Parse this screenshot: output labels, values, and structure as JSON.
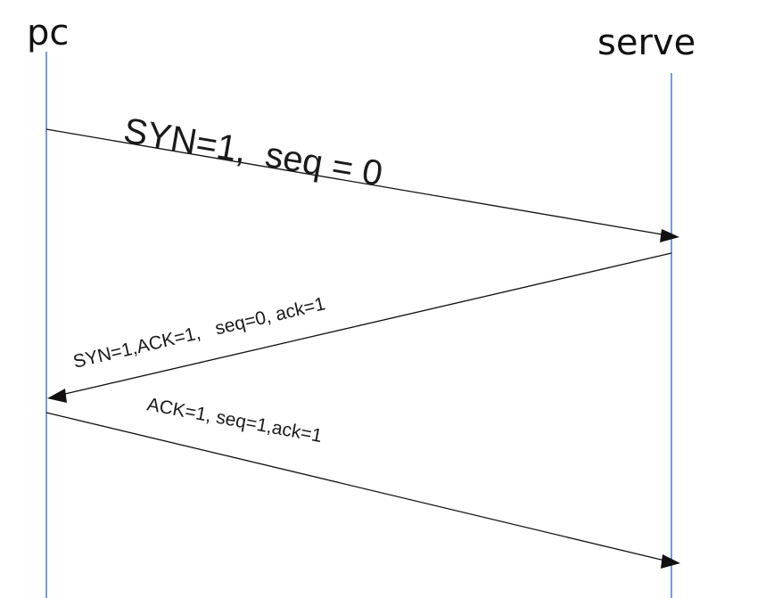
{
  "diagram": {
    "type": "sequence",
    "title": "",
    "colors": {
      "lifeline": "#4a78d6",
      "message": "#111111",
      "text": "#111111",
      "background": "#ffffff"
    },
    "participants": [
      {
        "id": "pc",
        "label": "pc"
      },
      {
        "id": "serve",
        "label": "serve"
      }
    ],
    "messages": [
      {
        "from": "pc",
        "to": "serve",
        "label": "SYN=1,  seq = 0"
      },
      {
        "from": "serve",
        "to": "pc",
        "label": "SYN=1,ACK=1,   seq=0, ack=1"
      },
      {
        "from": "pc",
        "to": "serve",
        "label": "ACK=1, seq=1,ack=1"
      }
    ]
  }
}
